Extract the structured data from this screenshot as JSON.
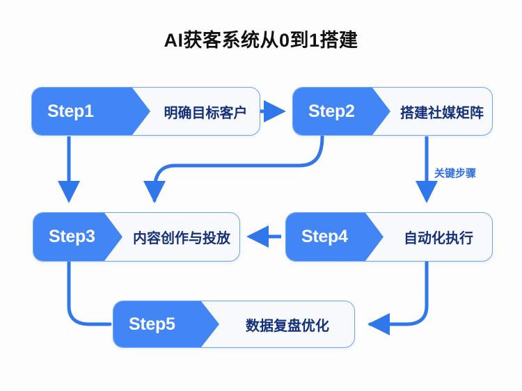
{
  "title": "AI获客系统从0到1搭建",
  "colors": {
    "accent": "#4285f4",
    "border": "#6ba3f5",
    "panel": "#f7f9fc",
    "label_text": "#14307a",
    "title_text": "#111111",
    "background": "#fdfdfd"
  },
  "steps": [
    {
      "id": "step1",
      "tag": "Step1",
      "label": "明确目标客户"
    },
    {
      "id": "step2",
      "tag": "Step2",
      "label": "搭建社媒矩阵"
    },
    {
      "id": "step3",
      "tag": "Step3",
      "label": "内容创作与投放"
    },
    {
      "id": "step4",
      "tag": "Step4",
      "label": "自动化执行"
    },
    {
      "id": "step5",
      "tag": "Step5",
      "label": "数据复盘优化"
    }
  ],
  "annotation": {
    "text": "关键步骤"
  },
  "connectors": [
    {
      "name": "step1-to-step2",
      "from": "step1",
      "to": "step2",
      "direction": "right"
    },
    {
      "name": "step1-to-step3",
      "from": "step1",
      "to": "step3",
      "direction": "down"
    },
    {
      "name": "step2-to-step3",
      "from": "step2",
      "to": "step3",
      "direction": "down-left"
    },
    {
      "name": "step2-to-step4",
      "from": "step2",
      "to": "step4",
      "direction": "down"
    },
    {
      "name": "step4-to-step3",
      "from": "step4",
      "to": "step3",
      "direction": "left"
    },
    {
      "name": "step3-to-step5",
      "from": "step3",
      "to": "step5",
      "direction": "down-right"
    },
    {
      "name": "step4-to-step5",
      "from": "step4",
      "to": "step5",
      "direction": "down-left"
    }
  ]
}
